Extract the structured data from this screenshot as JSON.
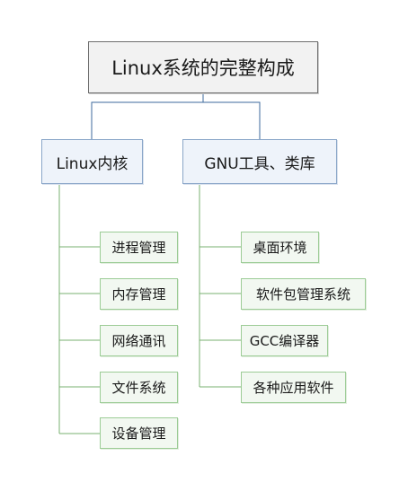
{
  "root": {
    "label": "Linux系统的完整构成"
  },
  "branches": [
    {
      "label": "Linux内核",
      "items": [
        "进程管理",
        "内存管理",
        "网络通讯",
        "文件系统",
        "设备管理"
      ]
    },
    {
      "label": "GNU工具、类库",
      "items": [
        "桌面环境",
        "软件包管理系统",
        "GCC编译器",
        "各种应用软件"
      ]
    }
  ],
  "colors": {
    "root_border": "#6e6e6e",
    "branch_border": "#8aa6c8",
    "branch_line": "#3d6a9c",
    "leaf_border": "#9ccc96",
    "leaf_line": "#78b070"
  }
}
